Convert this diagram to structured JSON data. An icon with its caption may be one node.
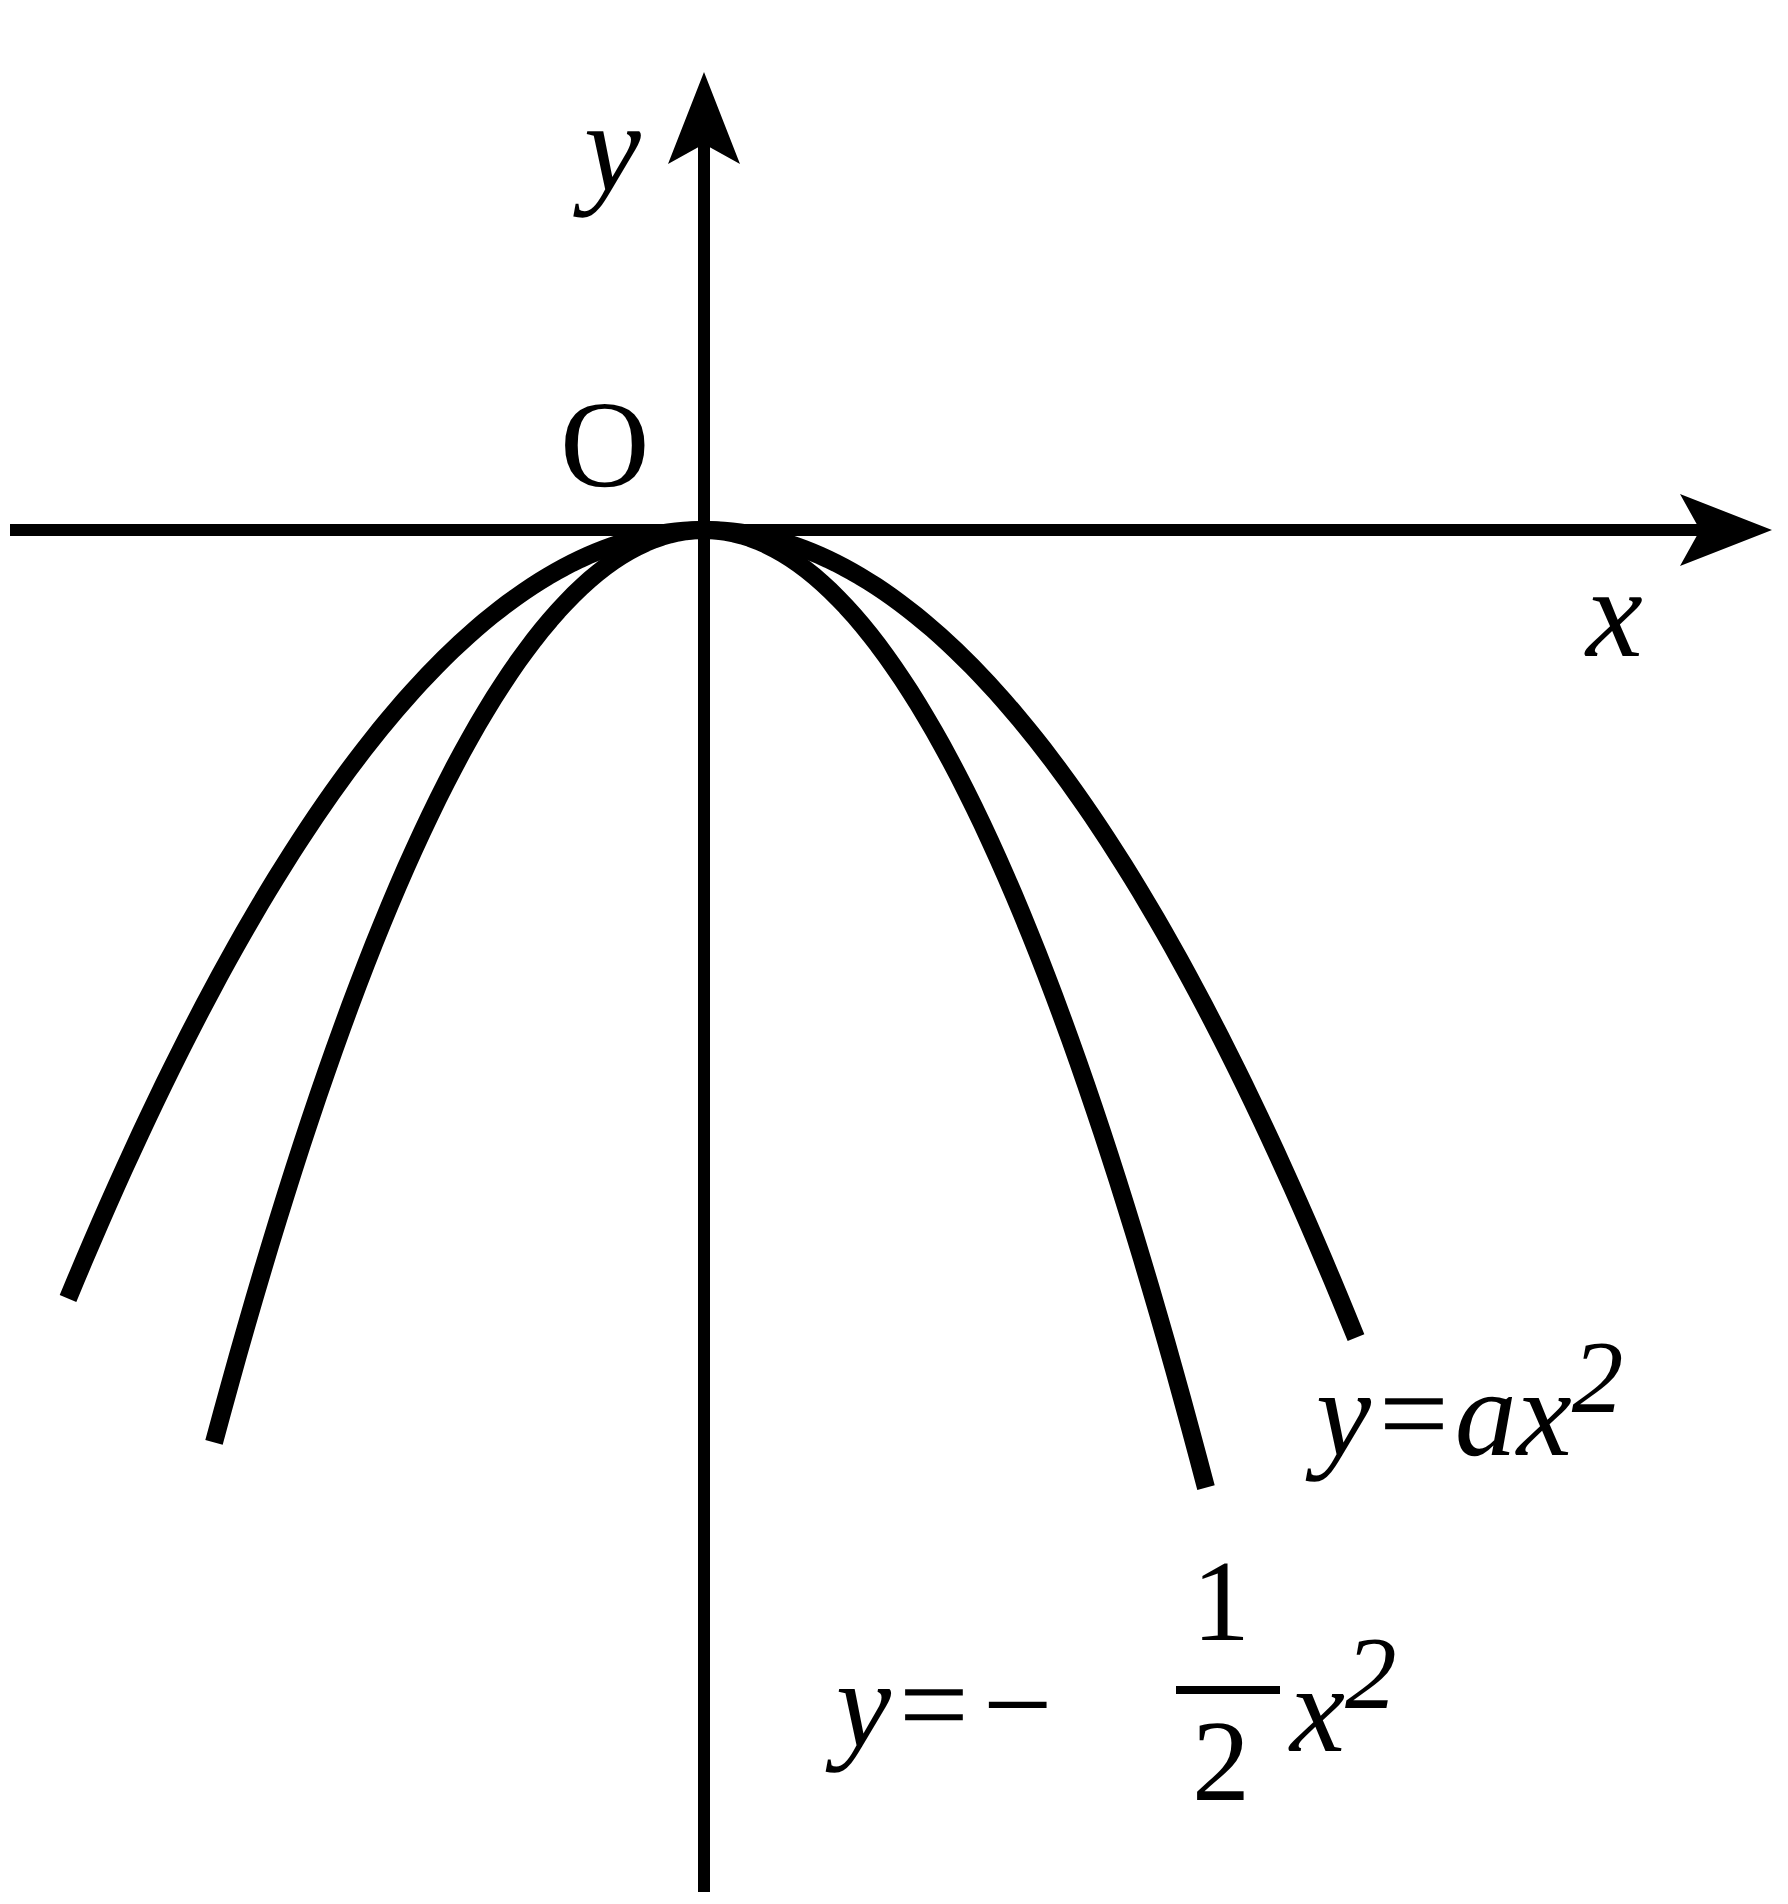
{
  "diagram": {
    "labels": [
      "y",
      "O",
      "x",
      "y=ax$^{2}$",
      "y=−",
      "1",
      "2",
      "x$^{2}$"
    ]
  }
}
